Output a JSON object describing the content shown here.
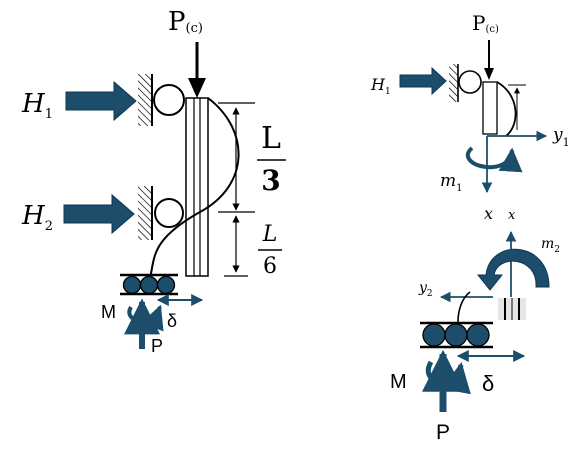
{
  "left_figure": {
    "load_label": "P",
    "load_subscript": "(c)",
    "h1_label": "H",
    "h1_subscript": "1",
    "h2_label": "H",
    "h2_subscript": "2",
    "upper_fraction": {
      "numerator": "L",
      "denominator": "3"
    },
    "lower_fraction": {
      "numerator": "L",
      "denominator": "6"
    },
    "moment_label": "M",
    "shift_label": "δ",
    "base_force_label": "P"
  },
  "right_top_figure": {
    "load_label": "P",
    "load_subscript": "(c)",
    "h1_label": "H",
    "h1_subscript": "1",
    "y_axis_label": "y",
    "y_axis_subscript": "1",
    "moment_label": "m",
    "moment_subscript": "1",
    "x_axis_label_left": "x",
    "x_axis_label_right": "x"
  },
  "right_bottom_figure": {
    "moment_label": "m",
    "moment_subscript": "2",
    "y_axis_label": "y",
    "y_axis_subscript": "2",
    "base_moment_label": "M",
    "shift_label": "δ",
    "base_force_label": "P"
  },
  "colors": {
    "arrow_fill": "#1c4e6b",
    "arrow_stroke": "#0d3550",
    "line": "#000000",
    "column_fill": "#ffffff"
  }
}
